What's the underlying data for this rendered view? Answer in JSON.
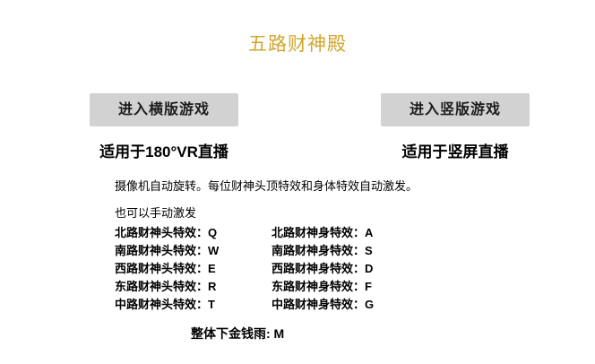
{
  "title": "五路财神殿",
  "colors": {
    "title_text": "#d2a52c",
    "button_bg": "#d2d2d2",
    "button_text": "#1c1c1c",
    "text": "#000000",
    "background": "#ffffff"
  },
  "buttons": {
    "horizontal": {
      "label": "进入横版游戏",
      "subtitle": "适用于180°VR直播"
    },
    "vertical": {
      "label": "进入竖版游戏",
      "subtitle": "适用于竖屏直播"
    }
  },
  "description": "摄像机自动旋转。每位财神头顶特效和身体特效自动激发。",
  "manual": {
    "heading": "也可以手动激发",
    "rows": [
      {
        "left": "北路财神头特效：Q",
        "right": "北路财神身特效：A"
      },
      {
        "left": "南路财神头特效：W",
        "right": "南路财神身特效：S"
      },
      {
        "left": "西路财神头特效：E",
        "right": "西路财神身特效：D"
      },
      {
        "left": "东路财神头特效：R",
        "right": "东路财神身特效：F"
      },
      {
        "left": "中路财神头特效：T",
        "right": "中路财神身特效：G"
      }
    ]
  },
  "footer": "整体下金钱雨: M"
}
